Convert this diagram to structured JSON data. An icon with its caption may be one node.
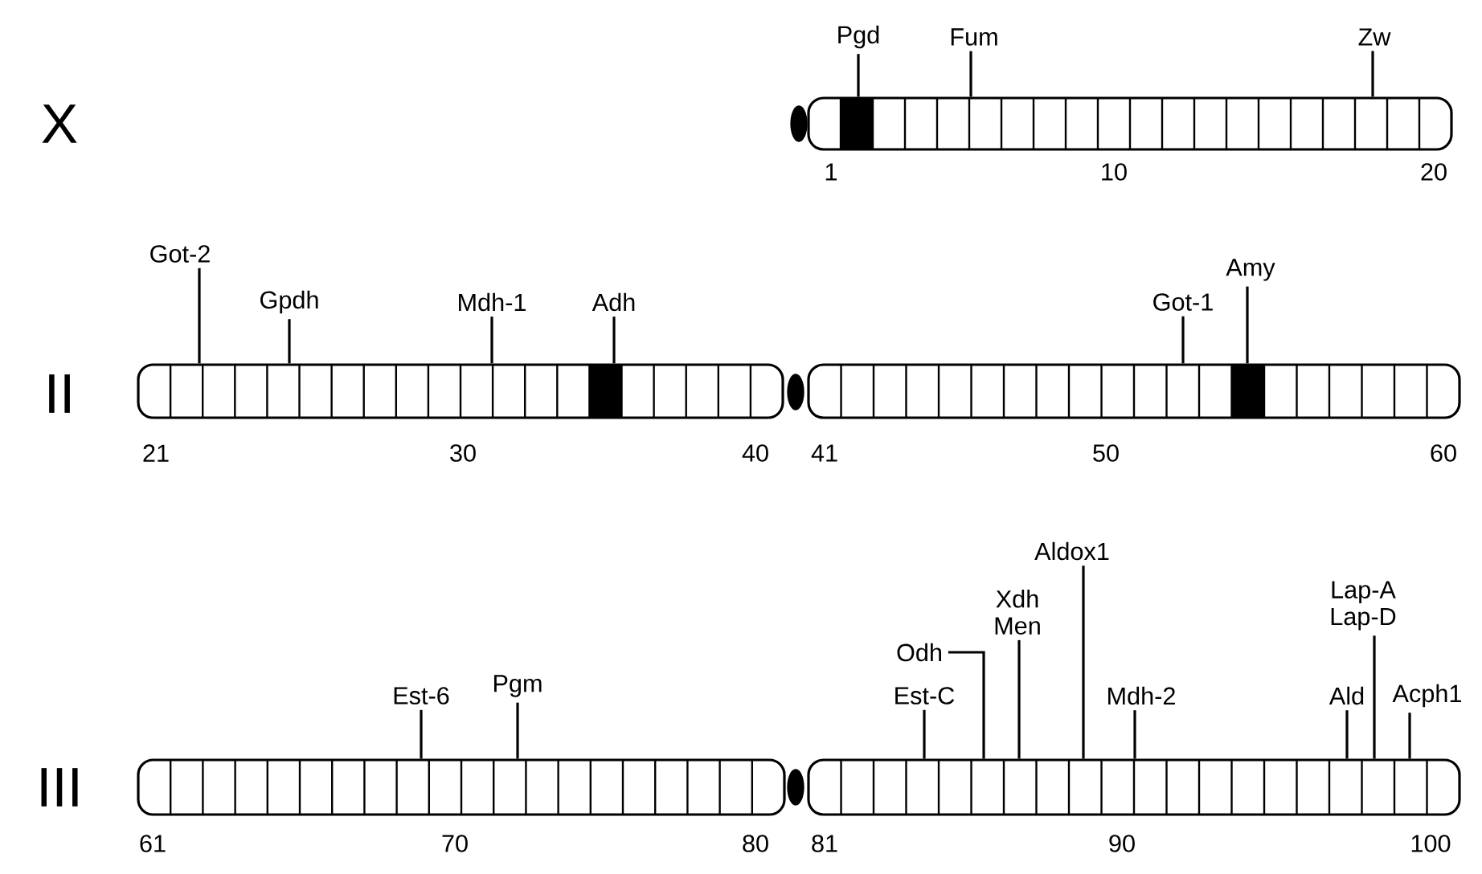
{
  "diagram": {
    "nodes": [
      {
        "text": [],
        "shape": "bar"
      },
      {
        "text": [
          "Pgd"
        ]
      },
      {
        "text": [
          "Fum"
        ]
      },
      {
        "text": [
          "Zw"
        ]
      },
      {
        "text": [],
        "shape": "bar"
      },
      {
        "text": [],
        "shape": "bar"
      },
      {
        "text": [
          "Got-2"
        ]
      },
      {
        "text": [
          "Gpdh"
        ]
      },
      {
        "text": [
          "Mdh-1"
        ]
      },
      {
        "text": [
          "Adh"
        ]
      },
      {
        "text": [
          "Got-1"
        ]
      },
      {
        "text": [
          "Amy"
        ]
      },
      {
        "text": [],
        "shape": "bar"
      },
      {
        "text": [],
        "shape": "bar"
      },
      {
        "text": [
          "Est-6"
        ]
      },
      {
        "text": [
          "Pgm"
        ]
      },
      {
        "text": [
          "Est-C"
        ]
      },
      {
        "text": [
          "Odh"
        ]
      },
      {
        "text": [
          "Xdh",
          "Men"
        ]
      },
      {
        "text": [
          "Aldox1"
        ]
      },
      {
        "text": [
          "Mdh-2"
        ]
      },
      {
        "text": [
          "Ald"
        ]
      },
      {
        "text": [
          "Lap-A",
          "Lap-D"
        ]
      },
      {
        "text": [
          "Acph1"
        ]
      }
    ],
    "edges": [
      {
        "from": 1,
        "to": 0,
        "arrow": "none"
      },
      {
        "from": 2,
        "to": 0,
        "arrow": "none"
      },
      {
        "from": 3,
        "to": 0,
        "arrow": "none"
      },
      {
        "from": 6,
        "to": 4,
        "arrow": "none"
      },
      {
        "from": 7,
        "to": 4,
        "arrow": "none"
      },
      {
        "from": 8,
        "to": 4,
        "arrow": "none"
      },
      {
        "from": 9,
        "to": 4,
        "arrow": "none"
      },
      {
        "from": 10,
        "to": 5,
        "arrow": "none"
      },
      {
        "from": 11,
        "to": 5,
        "arrow": "none"
      },
      {
        "from": 14,
        "to": 12,
        "arrow": "none"
      },
      {
        "from": 15,
        "to": 12,
        "arrow": "none"
      },
      {
        "from": 16,
        "to": 13,
        "arrow": "none"
      },
      {
        "from": 17,
        "to": 13,
        "arrow": "none"
      },
      {
        "from": 18,
        "to": 13,
        "arrow": "none"
      },
      {
        "from": 19,
        "to": 13,
        "arrow": "none"
      },
      {
        "from": 20,
        "to": 13,
        "arrow": "none"
      },
      {
        "from": 21,
        "to": 13,
        "arrow": "none"
      },
      {
        "from": 22,
        "to": 13,
        "arrow": "none"
      },
      {
        "from": 23,
        "to": 13,
        "arrow": "none"
      }
    ],
    "labels": [
      "X",
      "1",
      "10",
      "20",
      "II",
      "21",
      "30",
      "40",
      "41",
      "50",
      "60",
      "III",
      "61",
      "70",
      "80",
      "81",
      "90",
      "100"
    ]
  }
}
